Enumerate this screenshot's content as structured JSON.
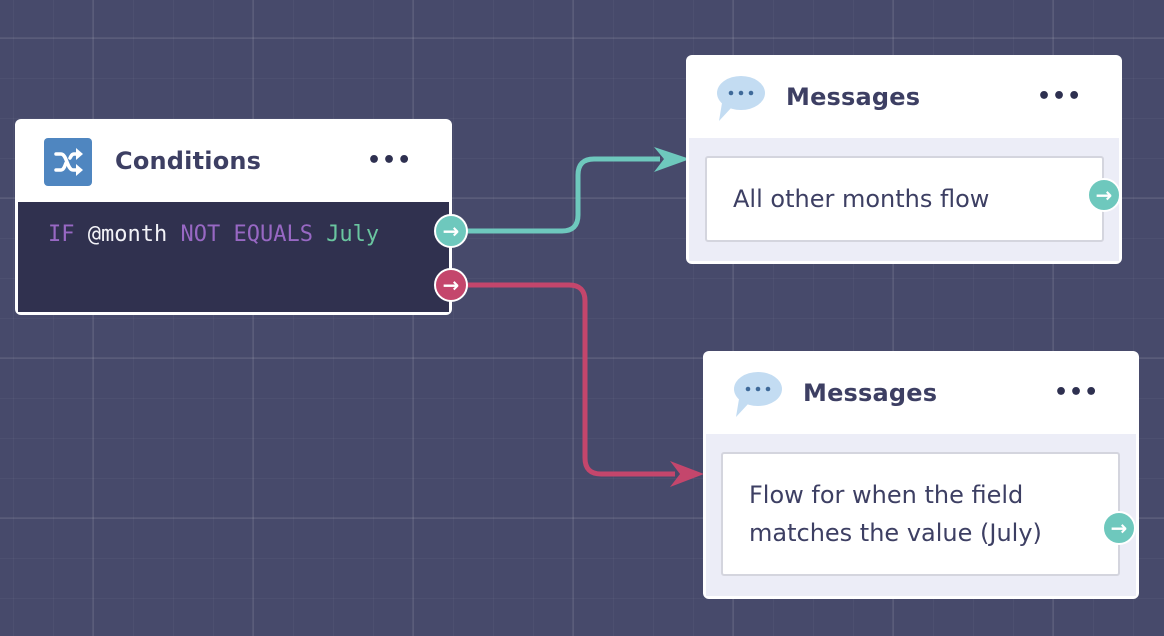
{
  "conditions_node": {
    "title": "Conditions",
    "icon": "shuffle-icon",
    "menu": "•••",
    "condition": {
      "keyword_if": "IF",
      "field": "@month",
      "operator": "NOT EQUALS",
      "value": "July"
    }
  },
  "message_nodes": [
    {
      "title": "Messages",
      "menu": "•••",
      "text": "All other months flow"
    },
    {
      "title": "Messages",
      "menu": "•••",
      "text": "Flow for when the field matches the value (July)"
    }
  ],
  "ports": {
    "arrow": "→"
  },
  "colors": {
    "true_branch": "#6ec8bd",
    "false_branch": "#c4466c",
    "canvas": "#474a6b"
  }
}
